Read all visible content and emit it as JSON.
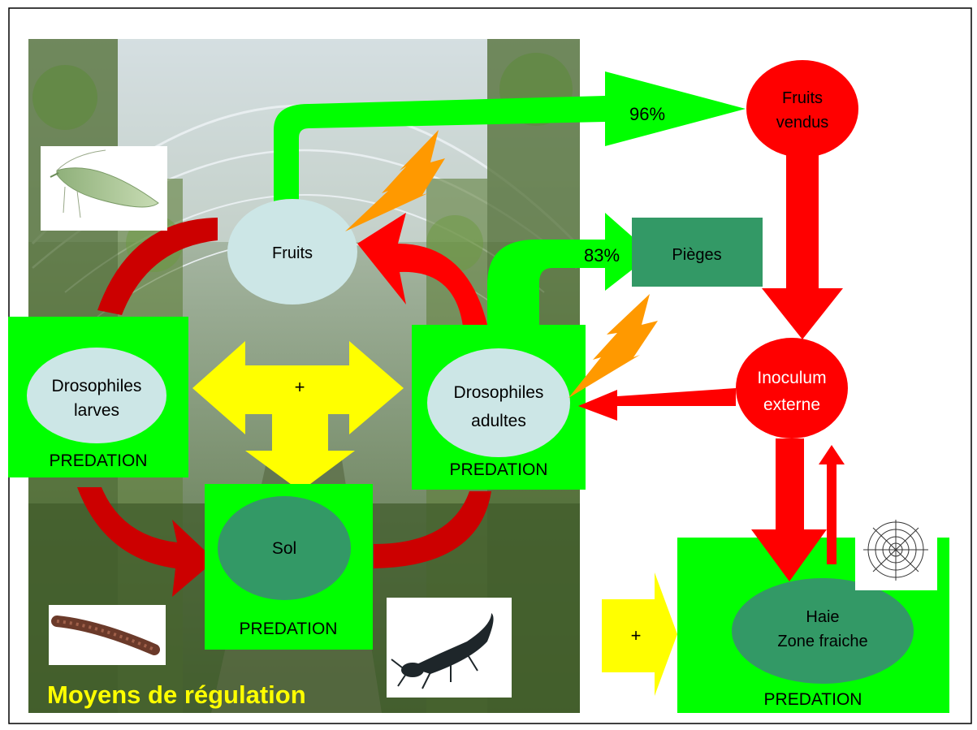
{
  "diagram": {
    "nodes": {
      "fruits": "Fruits",
      "fruits_vendus": [
        "Fruits",
        "vendus"
      ],
      "pieges": "Pièges",
      "drosophiles_larves": [
        "Drosophiles",
        "larves"
      ],
      "drosophiles_adultes": [
        "Drosophiles",
        "adultes"
      ],
      "sol": "Sol",
      "inoculum_externe": [
        "Inoculum",
        "externe"
      ],
      "haie": [
        "Haie",
        "Zone fraiche"
      ]
    },
    "predation_label": "PREDATION",
    "percentages": {
      "fruits_vendus": "96%",
      "pieges": "83%"
    },
    "plus_label": "+",
    "caption": "Moyens de régulation",
    "icons": [
      "lacewing-icon",
      "millipede-icon",
      "rove-beetle-icon",
      "spider-web-icon",
      "lightning-icon"
    ]
  },
  "colors": {
    "green": "#00ff00",
    "dark_green": "#339966",
    "light_blue": "#cce6e6",
    "red": "#ff0000",
    "dark_red": "#cc0000",
    "yellow": "#ffff00",
    "orange": "#ff9900",
    "caption_yellow": "#ffff00"
  }
}
